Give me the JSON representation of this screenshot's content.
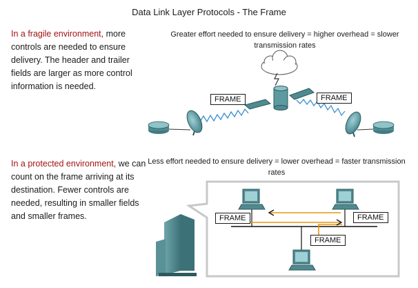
{
  "title": "Data Link Layer Protocols - The Frame",
  "fragile": {
    "highlight": "In a fragile environment,",
    "text": " more controls are needed to ensure delivery. The header and trailer fields are larger as more control information is needed.",
    "caption": "Greater effort needed to ensure delivery = higher overhead = slower transmission rates",
    "frame_labels": [
      "FRAME",
      "FRAME"
    ]
  },
  "protected": {
    "highlight": "In a protected environment,",
    "text": " we can count on the frame arriving at its destination. Fewer controls are needed, resulting in smaller fields and smaller frames.",
    "caption": "Less effort needed to ensure delivery = lower overhead = faster transmission rates",
    "frame_labels": [
      "FRAME",
      "FRAME",
      "FRAME"
    ]
  },
  "colors": {
    "highlight": "#a01414",
    "arrow": "#e8960c",
    "signal": "#3a8fd0",
    "device": "#4f8a90"
  }
}
